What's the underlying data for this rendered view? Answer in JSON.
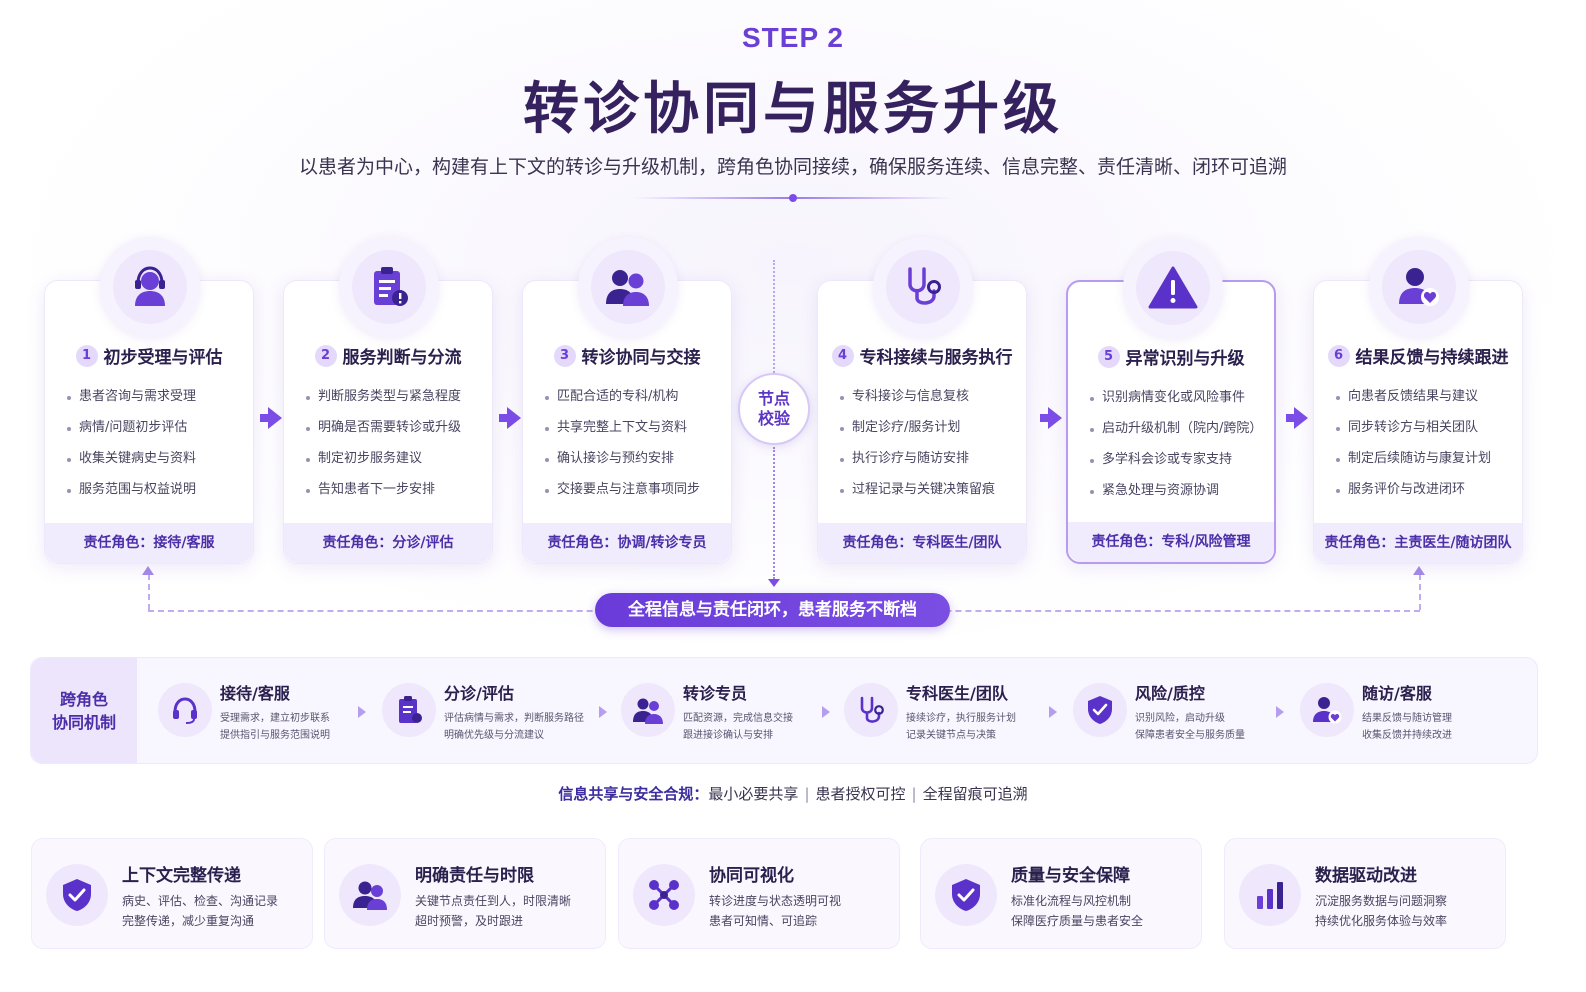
{
  "header": {
    "step_label": "STEP 2",
    "title": "转诊协同与服务升级",
    "subtitle": "以患者为中心，构建有上下文的转诊与升级机制，跨角色协同接续，确保服务连续、信息完整、责任清晰、闭环可追溯"
  },
  "steps": [
    {
      "num": "1",
      "title": "初步受理与评估",
      "icon": "customer-service-icon",
      "items": [
        "患者咨询与需求受理",
        "病情/问题初步评估",
        "收集关键病史与资料",
        "服务范围与权益说明"
      ],
      "role": "责任角色：接待/客服"
    },
    {
      "num": "2",
      "title": "服务判断与分流",
      "icon": "clipboard-alert-icon",
      "items": [
        "判断服务类型与紧急程度",
        "明确是否需要转诊或升级",
        "制定初步服务建议",
        "告知患者下一步安排"
      ],
      "role": "责任角色：分诊/评估"
    },
    {
      "num": "3",
      "title": "转诊协同与交接",
      "icon": "team-icon",
      "items": [
        "匹配合适的专科/机构",
        "共享完整上下文与资料",
        "确认接诊与预约安排",
        "交接要点与注意事项同步"
      ],
      "role": "责任角色：协调/转诊专员"
    },
    {
      "num": "4",
      "title": "专科接续与服务执行",
      "icon": "stethoscope-icon",
      "items": [
        "专科接诊与信息复核",
        "制定诊疗/服务计划",
        "执行诊疗与随访安排",
        "过程记录与关键决策留痕"
      ],
      "role": "责任角色：专科医生/团队"
    },
    {
      "num": "5",
      "title": "异常识别与升级",
      "icon": "warning-icon",
      "items": [
        "识别病情变化或风险事件",
        "启动升级机制（院内/跨院）",
        "多学科会诊或专家支持",
        "紧急处理与资源协调"
      ],
      "role": "责任角色：专科/风险管理"
    },
    {
      "num": "6",
      "title": "结果反馈与持续跟进",
      "icon": "user-heart-icon",
      "items": [
        "向患者反馈结果与建议",
        "同步转诊方与相关团队",
        "制定后续随访与康复计划",
        "服务评价与改进闭环"
      ],
      "role": "责任角色：主责医生/随访团队"
    }
  ],
  "checkpoint": {
    "line1": "节点",
    "line2": "校验"
  },
  "loop_pill": "全程信息与责任闭环，患者服务不断档",
  "roles": {
    "label_line1": "跨角色",
    "label_line2": "协同机制",
    "items": [
      {
        "title": "接待/客服",
        "icon": "headset-icon",
        "desc1": "受理需求，建立初步联系",
        "desc2": "提供指引与服务范围说明"
      },
      {
        "title": "分诊/评估",
        "icon": "clipboard-icon",
        "desc1": "评估病情与需求，判断服务路径",
        "desc2": "明确优先级与分流建议"
      },
      {
        "title": "转诊专员",
        "icon": "team-icon",
        "desc1": "匹配资源，完成信息交接",
        "desc2": "跟进接诊确认与安排"
      },
      {
        "title": "专科医生/团队",
        "icon": "stethoscope-icon",
        "desc1": "接续诊疗，执行服务计划",
        "desc2": "记录关键节点与决策"
      },
      {
        "title": "风险/质控",
        "icon": "shield-icon",
        "desc1": "识别风险，启动升级",
        "desc2": "保障患者安全与服务质量"
      },
      {
        "title": "随访/客服",
        "icon": "user-heart-icon",
        "desc1": "结果反馈与随访管理",
        "desc2": "收集反馈并持续改进"
      }
    ]
  },
  "info_line": {
    "label": "信息共享与安全合规：",
    "parts": [
      "最小必要共享",
      "患者授权可控",
      "全程留痕可追溯"
    ],
    "separator": "|"
  },
  "features": [
    {
      "title": "上下文完整传递",
      "icon": "shield-check-icon",
      "desc1": "病史、评估、检查、沟通记录",
      "desc2": "完整传递，减少重复沟通"
    },
    {
      "title": "明确责任与时限",
      "icon": "people-icon",
      "desc1": "关键节点责任到人，时限清晰",
      "desc2": "超时预警，及时跟进"
    },
    {
      "title": "协同可视化",
      "icon": "network-icon",
      "desc1": "转诊进度与状态透明可视",
      "desc2": "患者可知情、可追踪"
    },
    {
      "title": "质量与安全保障",
      "icon": "shield-check-icon",
      "desc1": "标准化流程与风控机制",
      "desc2": "保障医疗质量与患者安全"
    },
    {
      "title": "数据驱动改进",
      "icon": "bar-chart-icon",
      "desc1": "沉淀服务数据与问题洞察",
      "desc2": "持续优化服务体验与效率"
    }
  ],
  "colors": {
    "accent": "#6a3fd6",
    "dark": "#35215e",
    "pill": "#6a3bd9",
    "soft": "#efe8fd"
  }
}
